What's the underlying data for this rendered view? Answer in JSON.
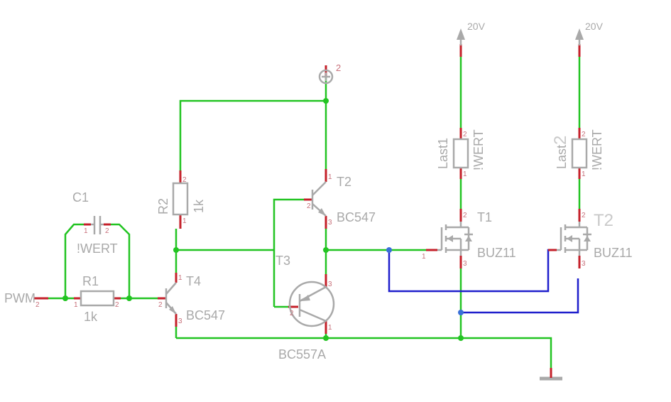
{
  "signals": {
    "pwm": "PWM"
  },
  "supply": {
    "plus_pin": "2",
    "v1": "20V",
    "v2": "20V"
  },
  "parts": {
    "c1": {
      "name": "C1",
      "value": "!WERT"
    },
    "r1": {
      "name": "R1",
      "value": "1k"
    },
    "r2": {
      "name": "R2",
      "value": "1k"
    },
    "t4": {
      "name": "T4",
      "value": "BC547"
    },
    "t2": {
      "name": "T2",
      "value": "BC547"
    },
    "t3": {
      "name": "T3",
      "value": "BC557A"
    },
    "last1": {
      "name": "Last1",
      "value": "!WERT"
    },
    "last2": {
      "name": "Last",
      "name_suffix": "2",
      "value": "!WERT"
    },
    "mos1": {
      "name": "T1",
      "value": "BUZ11"
    },
    "mos2": {
      "name": "T2",
      "value": "BUZ11"
    }
  },
  "pins": {
    "p1": "1",
    "p2": "2",
    "p3": "3"
  },
  "colors": {
    "wire": "#22c422",
    "bus": "#1f1fcc",
    "pin_lead": "#c4202a",
    "symbol": "#a9a9a9",
    "junction": "#22c422",
    "bus_junction": "#3a6fd8"
  }
}
